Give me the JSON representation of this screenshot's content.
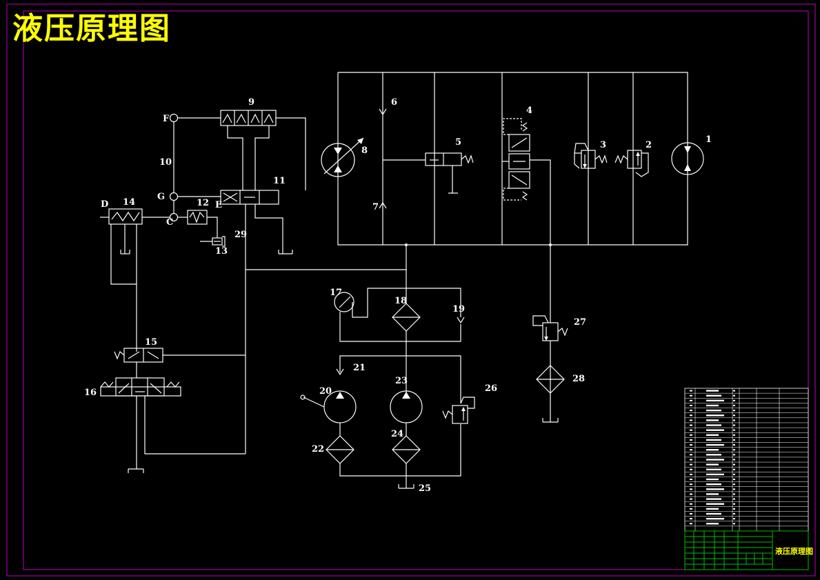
{
  "drawing": {
    "title": "液压原理图",
    "title_block_name": "液压原理图",
    "colors": {
      "frame": "#c000c0",
      "lines": "#ffffff",
      "title": "#ffff00",
      "table": "#00c000"
    }
  },
  "ports": {
    "D": "D",
    "F": "F",
    "G": "G",
    "C": "C",
    "E": "E"
  },
  "components": {
    "c1": "1",
    "c2": "2",
    "c3": "3",
    "c4": "4",
    "c5": "5",
    "c6": "6",
    "c7": "7",
    "c8": "8",
    "c9": "9",
    "c10": "10",
    "c11": "11",
    "c12": "12",
    "c13": "13",
    "c14": "14",
    "c15": "15",
    "c16": "16",
    "c17": "17",
    "c18": "18",
    "c19": "19",
    "c20": "20",
    "c21": "21",
    "c22": "22",
    "c23": "23",
    "c24": "24",
    "c25": "25",
    "c26": "26",
    "c27": "27",
    "c28": "28",
    "c29": "29"
  }
}
